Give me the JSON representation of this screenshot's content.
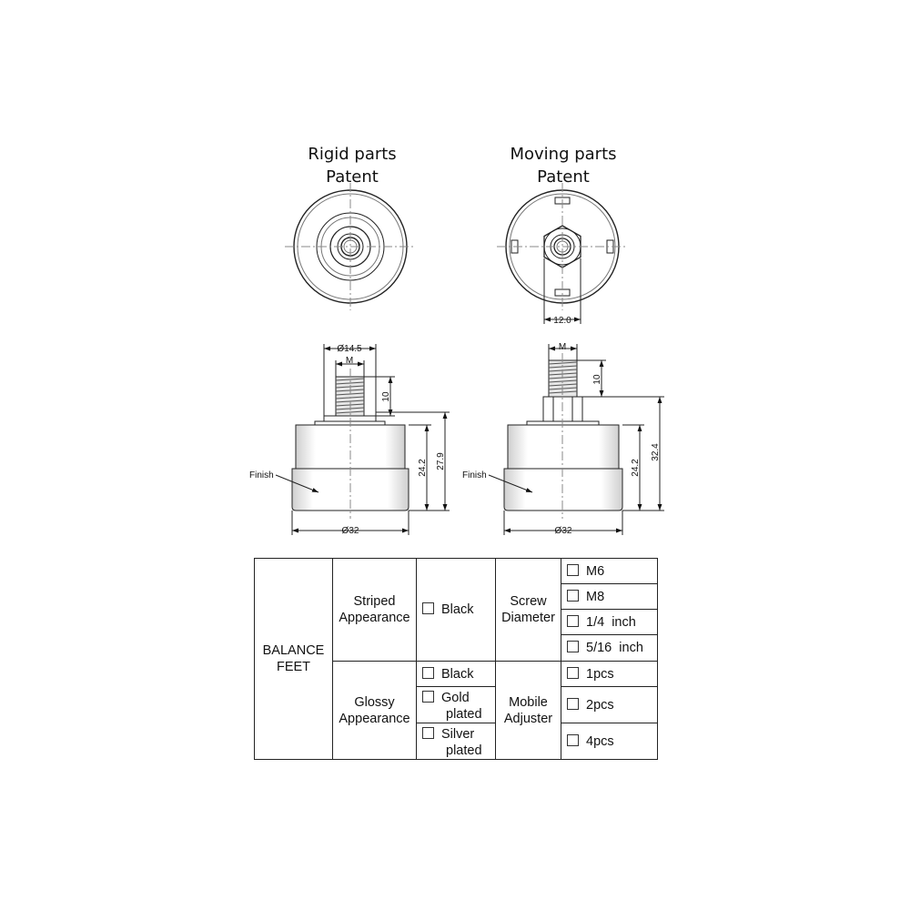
{
  "headings": {
    "rigid_line1": "Rigid parts",
    "rigid_line2": "Patent",
    "moving_line1": "Moving parts",
    "moving_line2": "Patent"
  },
  "dimensions": {
    "hex_width": "12.0",
    "collar_dia": "Ø14.5",
    "thread_left": "M",
    "thread_right": "M",
    "thread_len_left": "10",
    "thread_len_right": "10",
    "body_height_left": "24.2",
    "total_height_left": "27.9",
    "body_height_right": "24.2",
    "total_height_right": "32.4",
    "base_dia_left": "Ø32",
    "base_dia_right": "Ø32",
    "finish_left": "Finish",
    "finish_right": "Finish"
  },
  "table": {
    "product_line1": "BALANCE",
    "product_line2": "FEET",
    "striped_line1": "Striped",
    "striped_line2": "Appearance",
    "glossy_line1": "Glossy",
    "glossy_line2": "Appearance",
    "striped_black": "Black",
    "glossy_black": "Black",
    "gold_line1": "Gold",
    "gold_line2": "plated",
    "silver_line1": "Silver",
    "silver_line2": "plated",
    "screw_line1": "Screw",
    "screw_line2": "Diameter",
    "mobile_line1": "Mobile",
    "mobile_line2": "Adjuster",
    "screw_options": [
      "M6",
      "M8",
      "1/4  inch",
      "5/16  inch"
    ],
    "qty_options": [
      "1pcs",
      "2pcs",
      "4pcs"
    ]
  }
}
